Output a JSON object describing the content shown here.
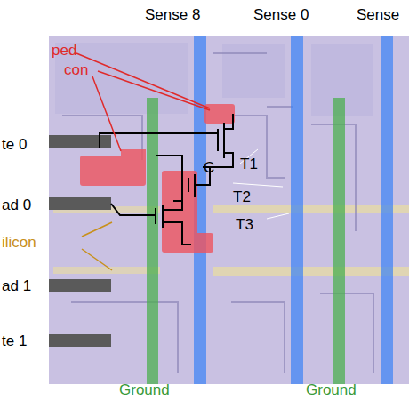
{
  "diagram": {
    "labels": [
      "Sense 8",
      "Sense 0",
      "Sense",
      "ped",
      "con",
      "te 0",
      "ad 0",
      "ilicon",
      "ad 1",
      "te 1",
      "T1",
      "C",
      "T2",
      "T3",
      "Ground",
      "Ground"
    ]
  }
}
